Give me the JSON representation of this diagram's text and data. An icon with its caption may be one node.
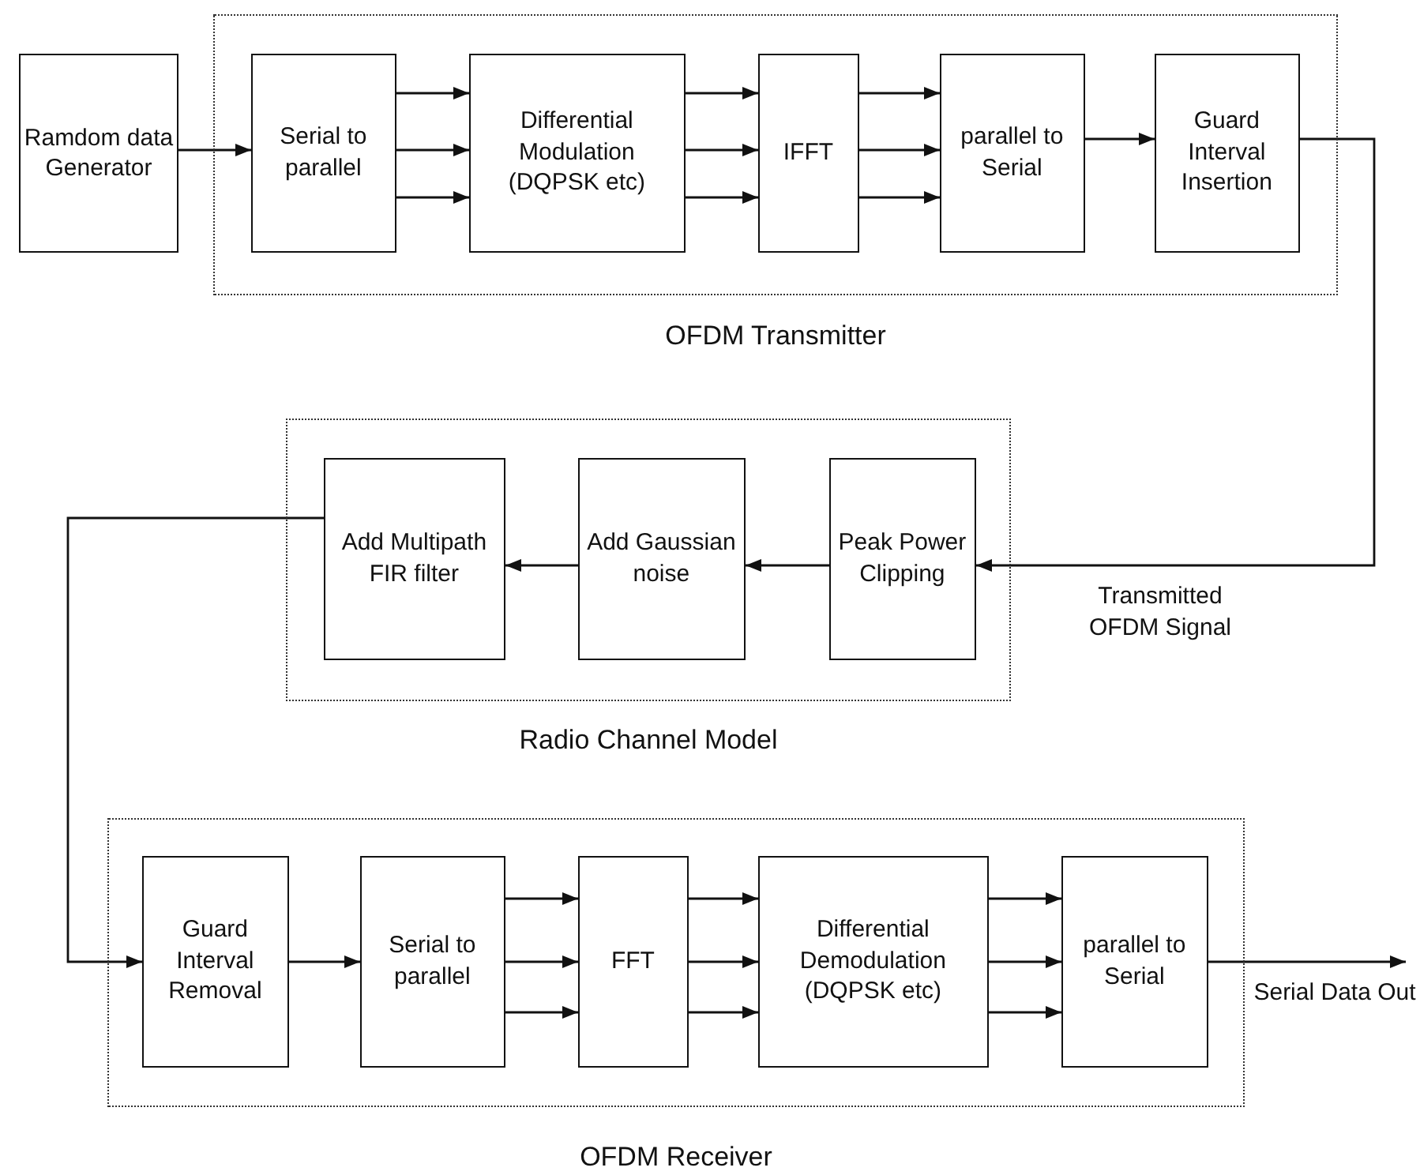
{
  "diagram": {
    "nodes": [
      {
        "text": [
          "Ramdom data Generator"
        ]
      },
      {
        "text": [
          "OFDM Transmitter"
        ]
      },
      {
        "text": [
          "Serial to parallel"
        ],
        "in": 1
      },
      {
        "text": [
          "Differential Modulation (DQPSK etc)"
        ],
        "in": 1
      },
      {
        "text": [
          "IFFT"
        ],
        "in": 1
      },
      {
        "text": [
          "parallel to Serial"
        ],
        "in": 1
      },
      {
        "text": [
          "Guard Interval Insertion"
        ],
        "in": 1
      },
      {
        "text": [
          "Radio Channel Model"
        ]
      },
      {
        "text": [
          "Add Multipath FIR filter"
        ],
        "in": 7
      },
      {
        "text": [
          "Add Gaussian noise"
        ],
        "in": 7
      },
      {
        "text": [
          "Peak Power Clipping"
        ],
        "in": 7
      },
      {
        "text": [
          "OFDM Receiver"
        ]
      },
      {
        "text": [
          "Guard Interval Removal"
        ],
        "in": 11
      },
      {
        "text": [
          "Serial to parallel"
        ],
        "in": 11
      },
      {
        "text": [
          "FFT"
        ],
        "in": 11
      },
      {
        "text": [
          "Differential Demodulation (DQPSK etc)"
        ],
        "in": 11
      },
      {
        "text": [
          "parallel to Serial"
        ],
        "in": 11
      }
    ],
    "edges": [
      {
        "from": 0,
        "to": 2,
        "arrow": "to"
      },
      {
        "from": 2,
        "to": 3,
        "arrow": "to"
      },
      {
        "from": 2,
        "to": 3,
        "arrow": "to"
      },
      {
        "from": 2,
        "to": 3,
        "arrow": "to"
      },
      {
        "from": 3,
        "to": 4,
        "arrow": "to"
      },
      {
        "from": 3,
        "to": 4,
        "arrow": "to"
      },
      {
        "from": 3,
        "to": 4,
        "arrow": "to"
      },
      {
        "from": 4,
        "to": 5,
        "arrow": "to"
      },
      {
        "from": 4,
        "to": 5,
        "arrow": "to"
      },
      {
        "from": 4,
        "to": 5,
        "arrow": "to"
      },
      {
        "from": 5,
        "to": 6,
        "arrow": "to"
      },
      {
        "from": 6,
        "to": 10,
        "arrow": "to",
        "label": "Transmitted OFDM Signal"
      },
      {
        "from": 10,
        "to": 9,
        "arrow": "to"
      },
      {
        "from": 9,
        "to": 8,
        "arrow": "to"
      },
      {
        "from": 8,
        "to": 12,
        "arrow": "to"
      },
      {
        "from": 12,
        "to": 13,
        "arrow": "to"
      },
      {
        "from": 13,
        "to": 14,
        "arrow": "to"
      },
      {
        "from": 13,
        "to": 14,
        "arrow": "to"
      },
      {
        "from": 13,
        "to": 14,
        "arrow": "to"
      },
      {
        "from": 14,
        "to": 15,
        "arrow": "to"
      },
      {
        "from": 14,
        "to": 15,
        "arrow": "to"
      },
      {
        "from": 14,
        "to": 15,
        "arrow": "to"
      },
      {
        "from": 15,
        "to": 16,
        "arrow": "to"
      },
      {
        "from": 15,
        "to": 16,
        "arrow": "to"
      },
      {
        "from": 15,
        "to": 16,
        "arrow": "to"
      },
      {
        "from": 16,
        "to": null,
        "arrow": "to",
        "label": "Serial Data Out"
      }
    ]
  }
}
